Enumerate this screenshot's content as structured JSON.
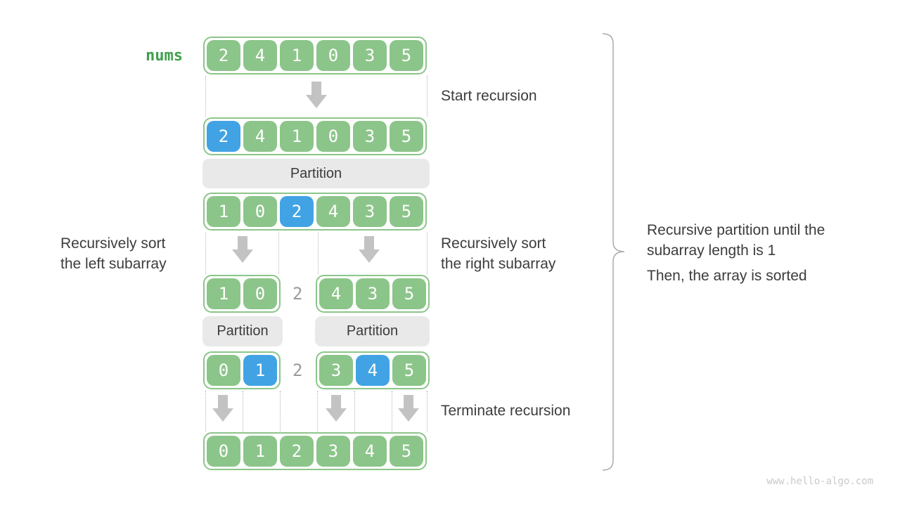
{
  "labels": {
    "nums": "nums",
    "start_recursion": "Start recursion",
    "left_subarray_line1": "Recursively sort",
    "left_subarray_line2": "the left subarray",
    "right_subarray_line1": "Recursively sort",
    "right_subarray_line2": "the right subarray",
    "terminate_recursion": "Terminate recursion",
    "partition": "Partition",
    "brace_note_line1": "Recursive partition until the",
    "brace_note_line2": "subarray length is 1",
    "brace_note_line3": "Then, the array is sorted",
    "watermark": "www.hello-algo.com"
  },
  "separators": {
    "row4": "2",
    "row5": "2"
  },
  "arrays": {
    "row1": [
      {
        "v": "2"
      },
      {
        "v": "4"
      },
      {
        "v": "1"
      },
      {
        "v": "0"
      },
      {
        "v": "3"
      },
      {
        "v": "5"
      }
    ],
    "row2": [
      {
        "v": "2",
        "hl": true
      },
      {
        "v": "4"
      },
      {
        "v": "1"
      },
      {
        "v": "0"
      },
      {
        "v": "3"
      },
      {
        "v": "5"
      }
    ],
    "row3": [
      {
        "v": "1"
      },
      {
        "v": "0"
      },
      {
        "v": "2",
        "hl": true
      },
      {
        "v": "4"
      },
      {
        "v": "3"
      },
      {
        "v": "5"
      }
    ],
    "row4_left": [
      {
        "v": "1"
      },
      {
        "v": "0"
      }
    ],
    "row4_right": [
      {
        "v": "4"
      },
      {
        "v": "3"
      },
      {
        "v": "5"
      }
    ],
    "row5_left": [
      {
        "v": "0"
      },
      {
        "v": "1",
        "hl": true
      }
    ],
    "row5_right": [
      {
        "v": "3"
      },
      {
        "v": "4",
        "hl": true
      },
      {
        "v": "5"
      }
    ],
    "row6": [
      {
        "v": "0"
      },
      {
        "v": "1"
      },
      {
        "v": "2"
      },
      {
        "v": "3"
      },
      {
        "v": "4"
      },
      {
        "v": "5"
      }
    ]
  },
  "colors": {
    "cell_green": "#8CC58A",
    "cell_blue": "#41A3E4",
    "arrow_gray": "#C3C3C3",
    "partition_bg": "#E9E9E9",
    "text_dark": "#3C3C3C",
    "nums_green": "#3FA04C",
    "separator_gray": "#9A9A9A",
    "dotted_line": "#B5B5B5",
    "brace_gray": "#ABABAB",
    "watermark_gray": "#CACACA"
  }
}
